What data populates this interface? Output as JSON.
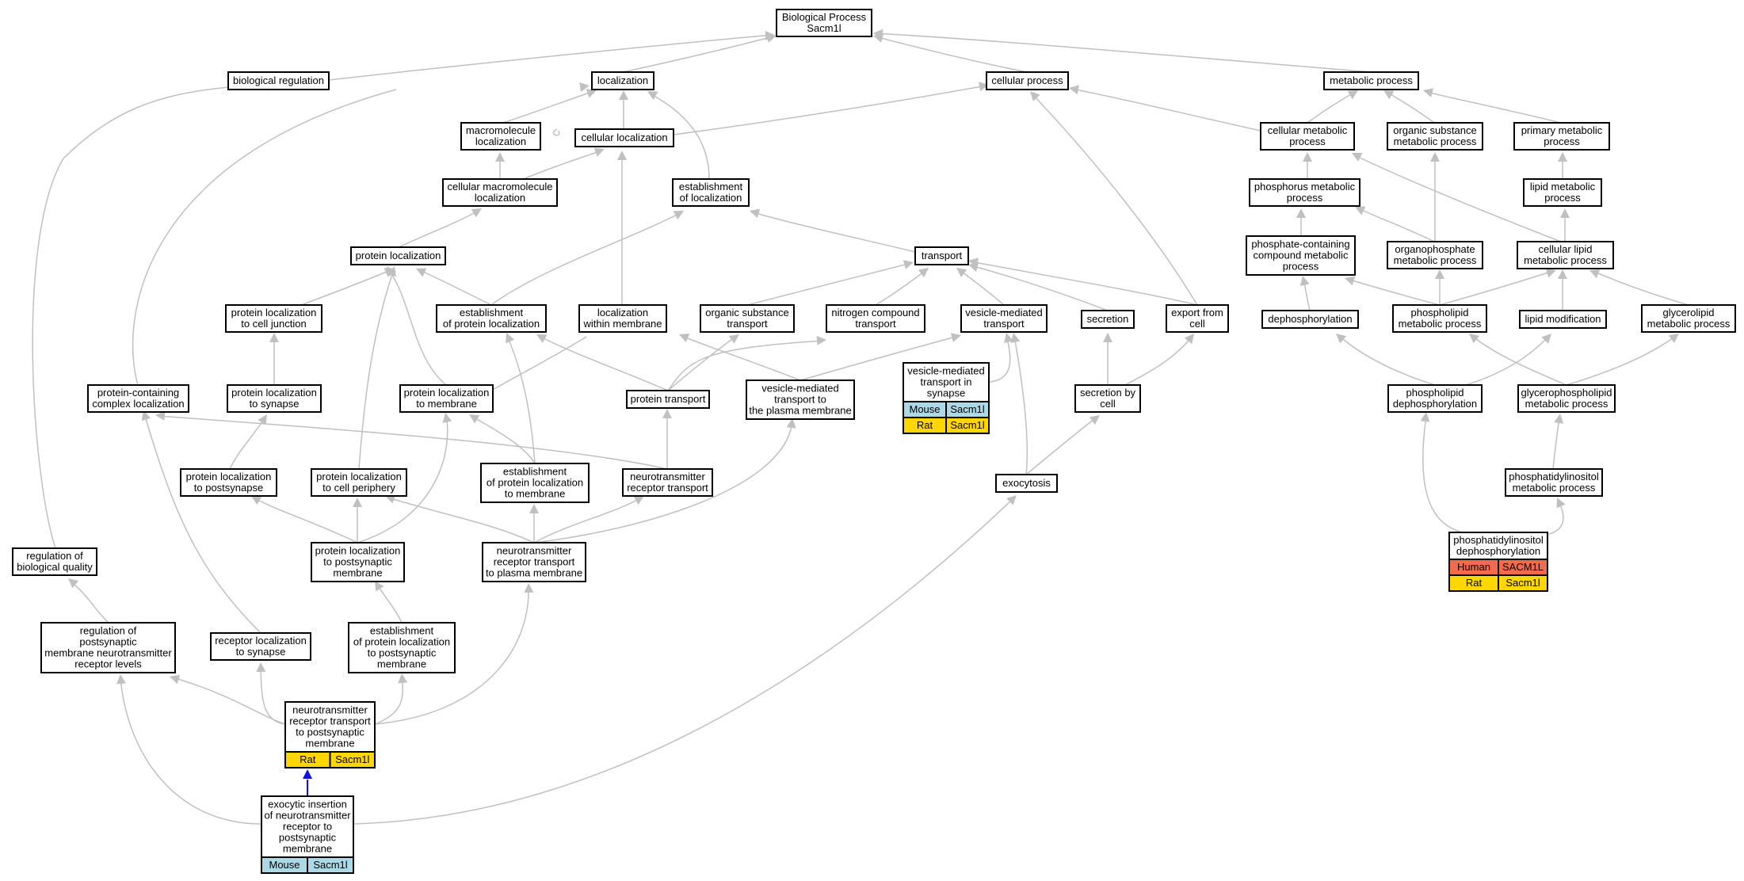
{
  "colors": {
    "edge": "#c0c0c0",
    "ortholog_edge": "#1010ee",
    "mouse": "#add8e6",
    "rat": "#ffd700",
    "human": "#f26b4f"
  },
  "nodes": {
    "bp": [
      "Biological Process",
      "Sacm1l"
    ],
    "bioreg": [
      "biological regulation"
    ],
    "loc": [
      "localization"
    ],
    "cellproc": [
      "cellular process"
    ],
    "metab": [
      "metabolic process"
    ],
    "macroloc": [
      "macromolecule",
      "localization"
    ],
    "cellloc": [
      "cellular localization"
    ],
    "cellmetab": [
      "cellular metabolic",
      "process"
    ],
    "orgsubmetab": [
      "organic substance",
      "metabolic process"
    ],
    "primmetab": [
      "primary metabolic",
      "process"
    ],
    "cellmacroloc": [
      "cellular macromolecule",
      "localization"
    ],
    "estloc": [
      "establishment",
      "of localization"
    ],
    "phosmetab": [
      "phosphorus metabolic",
      "process"
    ],
    "lipidmetab": [
      "lipid metabolic",
      "process"
    ],
    "protloc": [
      "protein localization"
    ],
    "transport": [
      "transport"
    ],
    "phoscontain": [
      "phosphate-containing",
      "compound metabolic",
      "process"
    ],
    "organophos": [
      "organophosphate",
      "metabolic process"
    ],
    "celllipid": [
      "cellular lipid",
      "metabolic process"
    ],
    "plcelljunc": [
      "protein localization",
      "to cell junction"
    ],
    "estprotloc": [
      "establishment",
      "of protein localization"
    ],
    "locmem": [
      "localization",
      "within membrane"
    ],
    "orgsubtrans": [
      "organic substance",
      "transport"
    ],
    "nitrotrans": [
      "nitrogen compound",
      "transport"
    ],
    "vesmed": [
      "vesicle-mediated",
      "transport"
    ],
    "secretion": [
      "secretion"
    ],
    "export": [
      "export from",
      "cell"
    ],
    "dephos": [
      "dephosphorylation"
    ],
    "phospholipid": [
      "phospholipid",
      "metabolic process"
    ],
    "lipidmod": [
      "lipid modification"
    ],
    "glycerolipid": [
      "glycerolipid",
      "metabolic process"
    ],
    "vesinsyn": [
      "vesicle-mediated",
      "transport in",
      "synapse"
    ],
    "protcomplex": [
      "protein-containing",
      "complex localization"
    ],
    "plsyn": [
      "protein localization",
      "to synapse"
    ],
    "pltomem": [
      "protein localization",
      "to membrane"
    ],
    "prottrans": [
      "protein transport"
    ],
    "vesplasma": [
      "vesicle-mediated",
      "transport to",
      "the plasma membrane"
    ],
    "secbycell": [
      "secretion by",
      "cell"
    ],
    "pldephos": [
      "phospholipid",
      "dephosphorylation"
    ],
    "glycerophos": [
      "glycerophospholipid",
      "metabolic process"
    ],
    "plpostsyn": [
      "protein localization",
      "to postsynapse"
    ],
    "plperiph": [
      "protein localization",
      "to cell periphery"
    ],
    "estplmem": [
      "establishment",
      "of protein localization",
      "to membrane"
    ],
    "ntrtrans": [
      "neurotransmitter",
      "receptor transport"
    ],
    "exocytosis": [
      "exocytosis"
    ],
    "pinositol": [
      "phosphatidylinositol",
      "metabolic process"
    ],
    "regbioqual": [
      "regulation of",
      "biological quality"
    ],
    "plpostsynmem": [
      "protein localization",
      "to postsynaptic",
      "membrane"
    ],
    "ntrplasma": [
      "neurotransmitter",
      "receptor transport",
      "to plasma membrane"
    ],
    "pidephos": [
      "phosphatidylinositol",
      "dephosphorylation"
    ],
    "regpostsyn": [
      "regulation of",
      "postsynaptic",
      "membrane neurotransmitter",
      "receptor levels"
    ],
    "reclocsyn": [
      "receptor localization",
      "to synapse"
    ],
    "estplpostsyn": [
      "establishment",
      "of protein localization",
      "to postsynaptic",
      "membrane"
    ],
    "ntrpostsyn": [
      "neurotransmitter",
      "receptor transport",
      "to postsynaptic",
      "membrane"
    ],
    "exoins": [
      "exocytic insertion",
      "of neurotransmitter",
      "receptor to",
      "postsynaptic",
      "membrane"
    ]
  },
  "annotations": {
    "vesinsyn": [
      {
        "species": "Mouse",
        "gene": "Sacm1l",
        "color": "#add8e6"
      },
      {
        "species": "Rat",
        "gene": "Sacm1l",
        "color": "#ffd700"
      }
    ],
    "pidephos": [
      {
        "species": "Human",
        "gene": "SACM1L",
        "color": "#f26b4f"
      },
      {
        "species": "Rat",
        "gene": "Sacm1l",
        "color": "#ffd700"
      }
    ],
    "ntrpostsyn": [
      {
        "species": "Rat",
        "gene": "Sacm1l",
        "color": "#ffd700"
      }
    ],
    "exoins": [
      {
        "species": "Mouse",
        "gene": "Sacm1l",
        "color": "#add8e6"
      }
    ]
  }
}
